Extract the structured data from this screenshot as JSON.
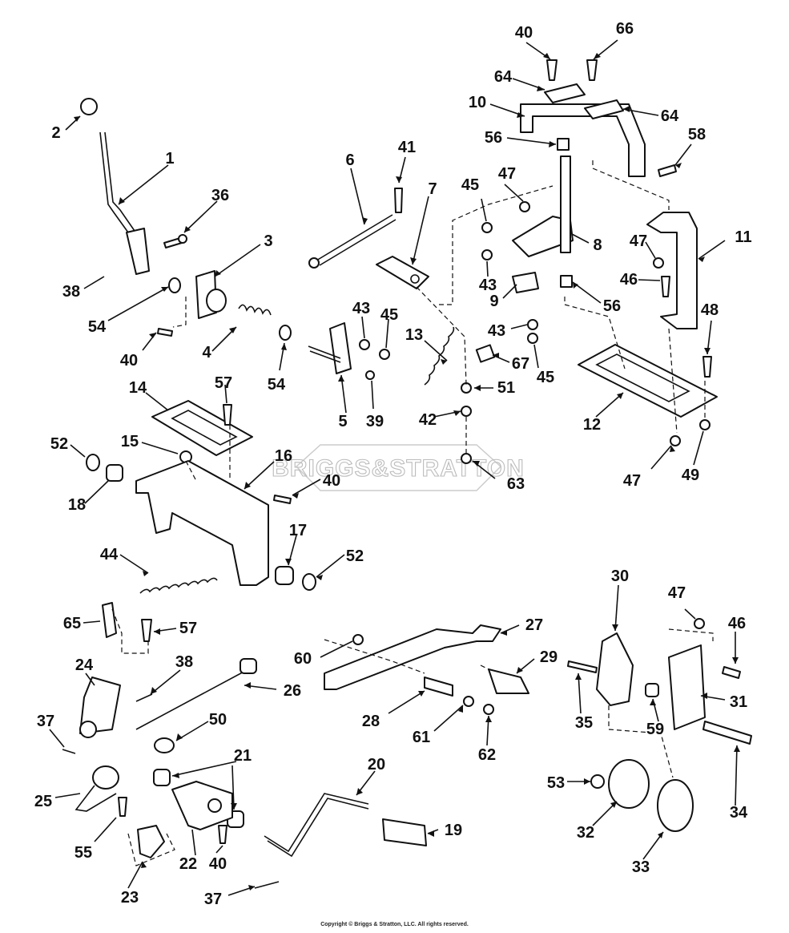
{
  "watermark": {
    "logo_text": "BRIGGS&STRATTON"
  },
  "copyright": "Copyright © Briggs & Stratton, LLC. All rights reserved.",
  "callouts": [
    {
      "id": "c-1",
      "text": "1"
    },
    {
      "id": "c-2",
      "text": "2"
    },
    {
      "id": "c-3",
      "text": "3"
    },
    {
      "id": "c-4",
      "text": "4"
    },
    {
      "id": "c-5",
      "text": "5"
    },
    {
      "id": "c-6",
      "text": "6"
    },
    {
      "id": "c-7",
      "text": "7"
    },
    {
      "id": "c-8",
      "text": "8"
    },
    {
      "id": "c-9",
      "text": "9"
    },
    {
      "id": "c-10",
      "text": "10"
    },
    {
      "id": "c-11",
      "text": "11"
    },
    {
      "id": "c-12",
      "text": "12"
    },
    {
      "id": "c-13",
      "text": "13"
    },
    {
      "id": "c-14",
      "text": "14"
    },
    {
      "id": "c-15",
      "text": "15"
    },
    {
      "id": "c-16",
      "text": "16"
    },
    {
      "id": "c-17",
      "text": "17"
    },
    {
      "id": "c-18",
      "text": "18"
    },
    {
      "id": "c-19",
      "text": "19"
    },
    {
      "id": "c-20",
      "text": "20"
    },
    {
      "id": "c-21",
      "text": "21"
    },
    {
      "id": "c-22",
      "text": "22"
    },
    {
      "id": "c-23",
      "text": "23"
    },
    {
      "id": "c-24",
      "text": "24"
    },
    {
      "id": "c-25",
      "text": "25"
    },
    {
      "id": "c-26",
      "text": "26"
    },
    {
      "id": "c-27",
      "text": "27"
    },
    {
      "id": "c-28",
      "text": "28"
    },
    {
      "id": "c-29",
      "text": "29"
    },
    {
      "id": "c-30",
      "text": "30"
    },
    {
      "id": "c-31",
      "text": "31"
    },
    {
      "id": "c-32",
      "text": "32"
    },
    {
      "id": "c-33",
      "text": "33"
    },
    {
      "id": "c-34",
      "text": "34"
    },
    {
      "id": "c-35",
      "text": "35"
    },
    {
      "id": "c-36",
      "text": "36"
    },
    {
      "id": "c-37a",
      "text": "37"
    },
    {
      "id": "c-37b",
      "text": "37"
    },
    {
      "id": "c-38a",
      "text": "38"
    },
    {
      "id": "c-38b",
      "text": "38"
    },
    {
      "id": "c-39",
      "text": "39"
    },
    {
      "id": "c-40a",
      "text": "40"
    },
    {
      "id": "c-40b",
      "text": "40"
    },
    {
      "id": "c-40c",
      "text": "40"
    },
    {
      "id": "c-40d",
      "text": "40"
    },
    {
      "id": "c-41",
      "text": "41"
    },
    {
      "id": "c-42",
      "text": "42"
    },
    {
      "id": "c-43a",
      "text": "43"
    },
    {
      "id": "c-43b",
      "text": "43"
    },
    {
      "id": "c-43c",
      "text": "43"
    },
    {
      "id": "c-44",
      "text": "44"
    },
    {
      "id": "c-45a",
      "text": "45"
    },
    {
      "id": "c-45b",
      "text": "45"
    },
    {
      "id": "c-45c",
      "text": "45"
    },
    {
      "id": "c-46a",
      "text": "46"
    },
    {
      "id": "c-46b",
      "text": "46"
    },
    {
      "id": "c-47a",
      "text": "47"
    },
    {
      "id": "c-47b",
      "text": "47"
    },
    {
      "id": "c-47c",
      "text": "47"
    },
    {
      "id": "c-47d",
      "text": "47"
    },
    {
      "id": "c-48",
      "text": "48"
    },
    {
      "id": "c-49",
      "text": "49"
    },
    {
      "id": "c-50",
      "text": "50"
    },
    {
      "id": "c-51",
      "text": "51"
    },
    {
      "id": "c-52a",
      "text": "52"
    },
    {
      "id": "c-52b",
      "text": "52"
    },
    {
      "id": "c-53",
      "text": "53"
    },
    {
      "id": "c-54a",
      "text": "54"
    },
    {
      "id": "c-54b",
      "text": "54"
    },
    {
      "id": "c-55",
      "text": "55"
    },
    {
      "id": "c-56a",
      "text": "56"
    },
    {
      "id": "c-56b",
      "text": "56"
    },
    {
      "id": "c-57a",
      "text": "57"
    },
    {
      "id": "c-57b",
      "text": "57"
    },
    {
      "id": "c-58",
      "text": "58"
    },
    {
      "id": "c-59",
      "text": "59"
    },
    {
      "id": "c-60",
      "text": "60"
    },
    {
      "id": "c-61",
      "text": "61"
    },
    {
      "id": "c-62",
      "text": "62"
    },
    {
      "id": "c-63",
      "text": "63"
    },
    {
      "id": "c-64a",
      "text": "64"
    },
    {
      "id": "c-64b",
      "text": "64"
    },
    {
      "id": "c-65",
      "text": "65"
    },
    {
      "id": "c-66",
      "text": "66"
    },
    {
      "id": "c-67",
      "text": "67"
    }
  ]
}
